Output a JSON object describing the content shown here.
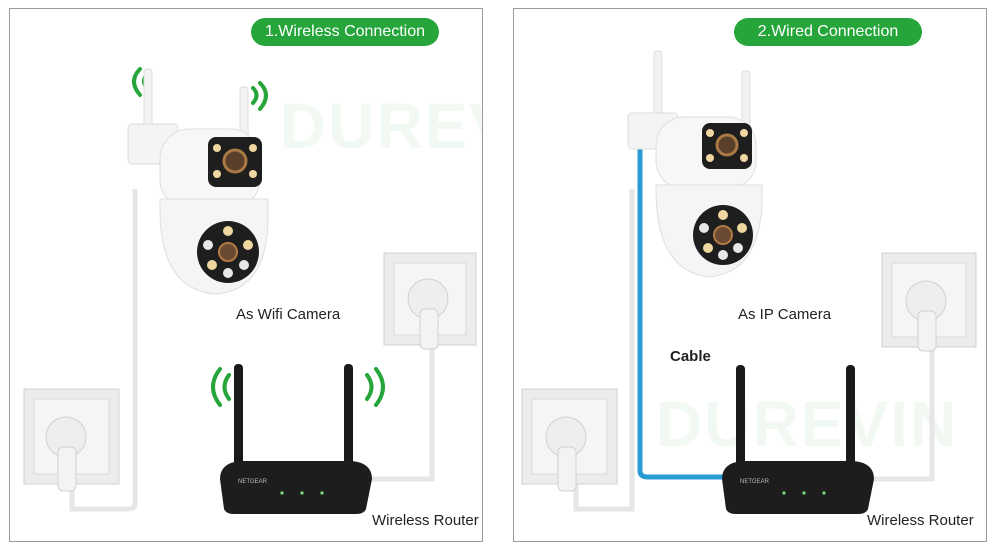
{
  "colors": {
    "accent_green": "#26a63a",
    "cable_blue": "#2b9bd6",
    "watermark_green": "#7cc285"
  },
  "left_panel": {
    "title": "1.Wireless Connection",
    "camera_label": "As Wifi Camera",
    "router_label": "Wireless Router",
    "watermark": "DUREVIN"
  },
  "right_panel": {
    "title": "2.Wired Connection",
    "camera_label": "As IP Camera",
    "cable_label": "Cable",
    "router_label": "Wireless Router",
    "watermark": "DUREVIN",
    "router_brand": "NETGEAR"
  },
  "icons": [
    "wifi-signal-icon",
    "power-plug-icon",
    "wall-socket-icon"
  ]
}
